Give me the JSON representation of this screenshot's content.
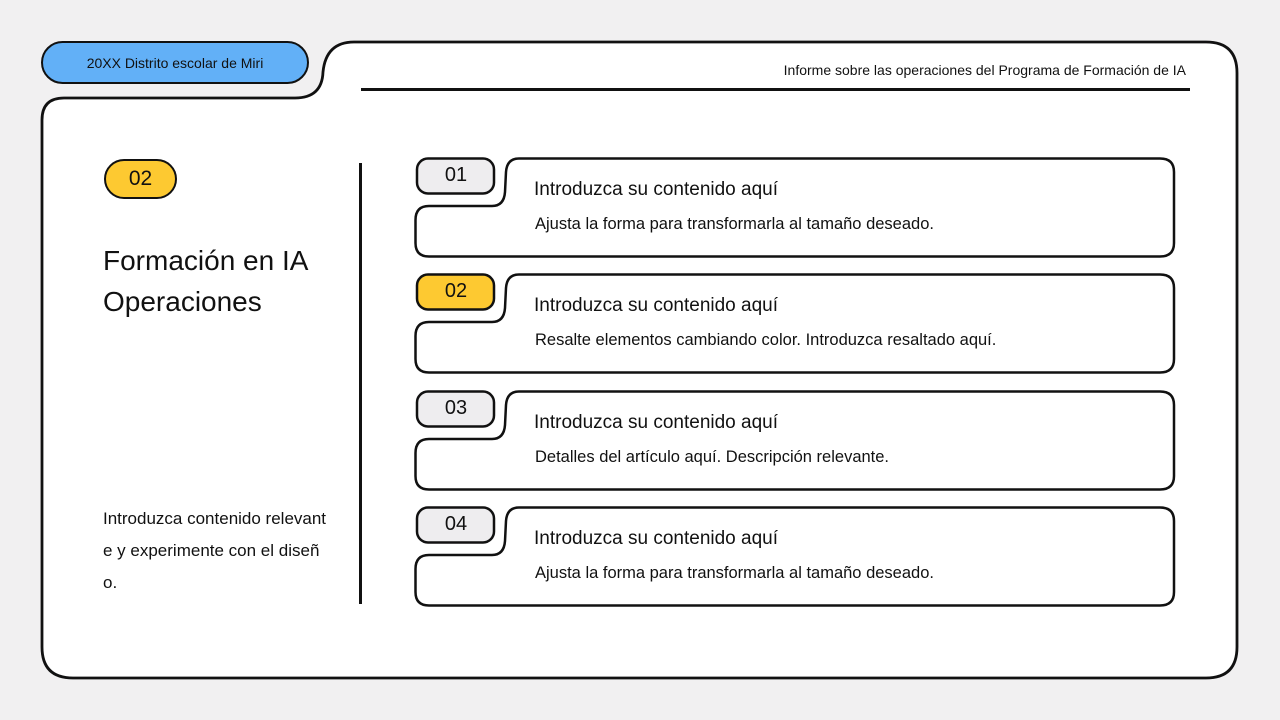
{
  "header": {
    "tag": "20XX Distrito escolar de Miri",
    "title": "Informe sobre las operaciones del Programa de Formación de IA"
  },
  "section": {
    "badge": "02",
    "title_line1": "Formación en IA",
    "title_line2": "Operaciones",
    "body": "Introduzca contenido relevante y experimente con el diseño."
  },
  "colors": {
    "accent_yellow": "#fdc931",
    "accent_blue": "#62b0f7",
    "tab_gray": "#eeedef",
    "background": "#f1f0f1",
    "stroke": "#111111"
  },
  "items": [
    {
      "number": "01",
      "title": "Introduzca su contenido aquí",
      "description": "Ajusta la forma para transformarla al tamaño deseado.",
      "highlighted": false
    },
    {
      "number": "02",
      "title": "Introduzca su contenido aquí",
      "description": "Resalte elementos cambiando color. Introduzca resaltado aquí.",
      "highlighted": true
    },
    {
      "number": "03",
      "title": "Introduzca su contenido aquí",
      "description": "Detalles del artículo aquí. Descripción relevante.",
      "highlighted": false
    },
    {
      "number": "04",
      "title": "Introduzca su contenido aquí",
      "description": "Ajusta la forma para transformarla al tamaño deseado.",
      "highlighted": false
    }
  ]
}
